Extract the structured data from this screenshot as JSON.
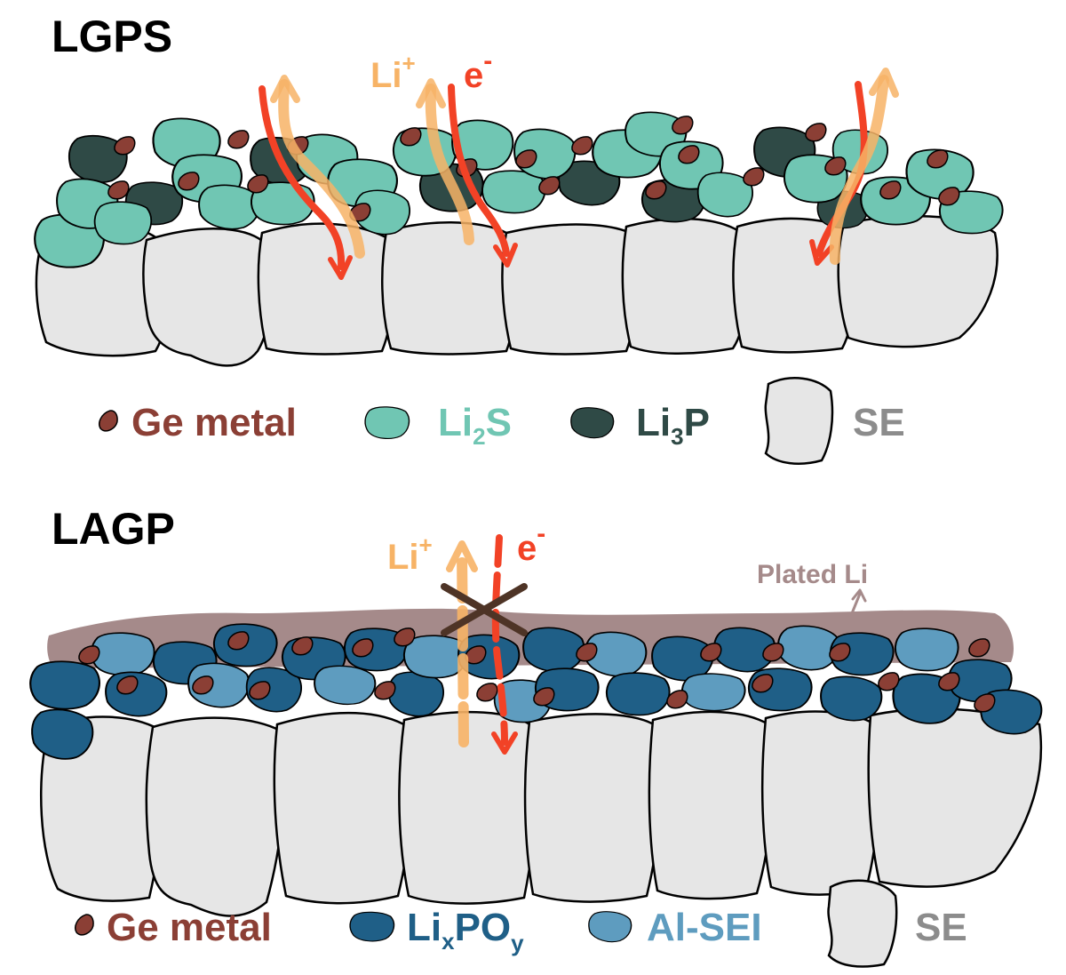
{
  "colors": {
    "se_fill": "#e6e6e6",
    "ge": "#8b3f35",
    "li2s": "#70c6b3",
    "li3p": "#2f4a46",
    "lixpoy": "#1f5f87",
    "alsei": "#5e9cbf",
    "plated_li": "#a58a8a",
    "li_ion_arrow": "#f7b366",
    "electron_arrow": "#f24226",
    "legend_se_text": "#8c8c8c"
  },
  "lgps": {
    "title": "LGPS",
    "li_ion_label": "Li",
    "li_ion_sup": "+",
    "electron_label": "e",
    "electron_sup": "-",
    "legend": {
      "ge_label": "Ge metal",
      "li2s_main": "Li",
      "li2s_sub": "2",
      "li2s_tail": "S",
      "li3p_main": "Li",
      "li3p_sub": "3",
      "li3p_tail": "P",
      "se_label": "SE"
    }
  },
  "lagp": {
    "title": "LAGP",
    "li_ion_label": "Li",
    "li_ion_sup": "+",
    "electron_label": "e",
    "electron_sup": "-",
    "plated_label": "Plated Li",
    "legend": {
      "ge_label": "Ge metal",
      "lixpoy_main": "Li",
      "lixpoy_sub1": "x",
      "lixpoy_mid": "PO",
      "lixpoy_sub2": "y",
      "alsei_label": "Al-SEI",
      "se_label": "SE"
    }
  }
}
